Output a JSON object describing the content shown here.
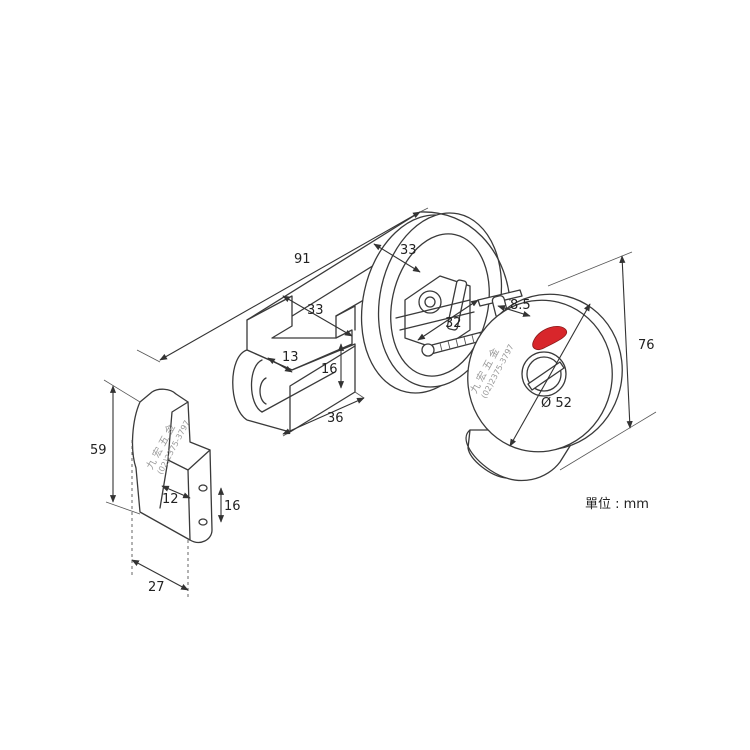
{
  "dimensions": {
    "overall_length": "91",
    "rosette_depth": "33",
    "plate_depth": "33",
    "plate_lip": "13",
    "plate_height": "16",
    "plate_length": "36",
    "indicator_offset": "8.5",
    "spindle_length": "32",
    "rosette_diameter": "Ø 52",
    "total_height": "76",
    "keeper_height": "59",
    "keeper_hole_offset": "12",
    "keeper_hole_spacing": "16",
    "keeper_width": "27"
  },
  "unit_note": "單位 : mm",
  "watermark": {
    "name": "九 宏 五 金",
    "phone": "(02)2375-3797"
  },
  "colors": {
    "indicator": "#d8262b",
    "line": "#3a3a3a"
  }
}
